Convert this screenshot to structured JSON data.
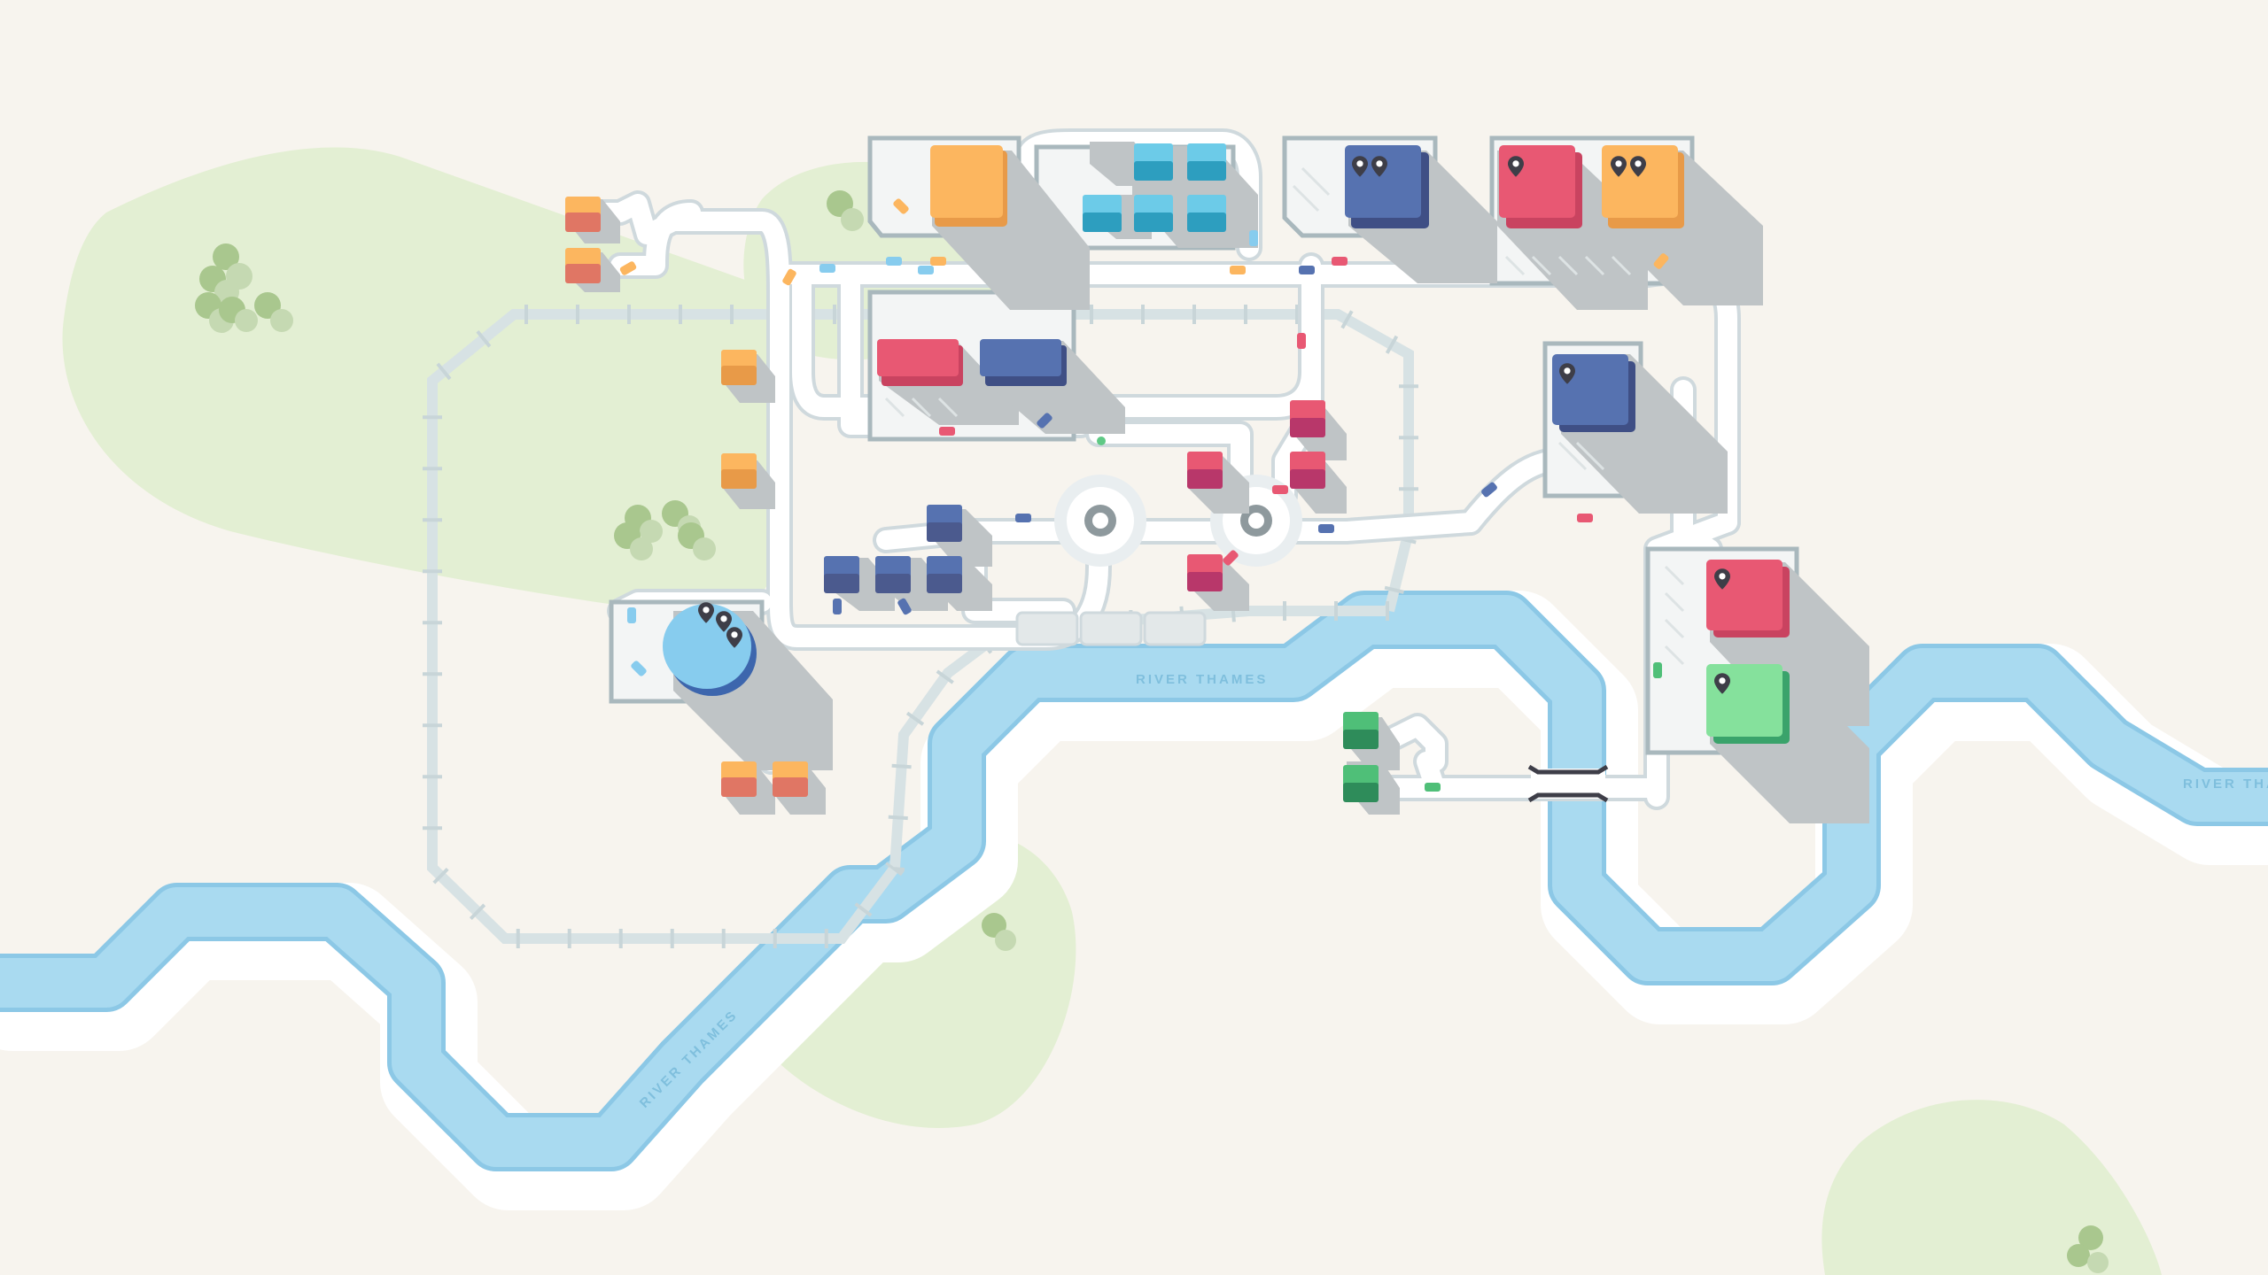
{
  "game": {
    "title": ""
  },
  "map": {
    "river_labels": [
      {
        "id": "thames-1",
        "text": "RIVER THAMES"
      },
      {
        "id": "thames-2",
        "text": "RIVER THAMES"
      },
      {
        "id": "thames-3",
        "text": "RIVER THAMES"
      }
    ]
  },
  "colors": {
    "background": "#f7f4ee",
    "park": "#e3efd3",
    "river": "#a9daf0",
    "river_edge": "#8cc8e6",
    "river_bank": "#ffffff",
    "road": "#ffffff",
    "road_edge": "#cfd9dd",
    "lot": "#f3f5f5",
    "lot_border": "#a9b8bd",
    "rail": "#d7e2e4",
    "shadow": "#bfc4c6",
    "tree": "#a9c78e",
    "red": "#e85873",
    "orange": "#fcb65f",
    "blue": "#5672b0",
    "navy": "#4b5a8e",
    "cyan": "#3eb5d8",
    "green": "#6fcf8a",
    "teal_green": "#3aa36b",
    "light_blue": "#87ccee",
    "pin": "#3e3e48"
  },
  "icons": {
    "pin": "location-pin-icon",
    "roundabout": "roundabout-icon",
    "bridge": "bridge-icon",
    "traffic_light": "traffic-light-icon",
    "tree": "tree-icon"
  }
}
